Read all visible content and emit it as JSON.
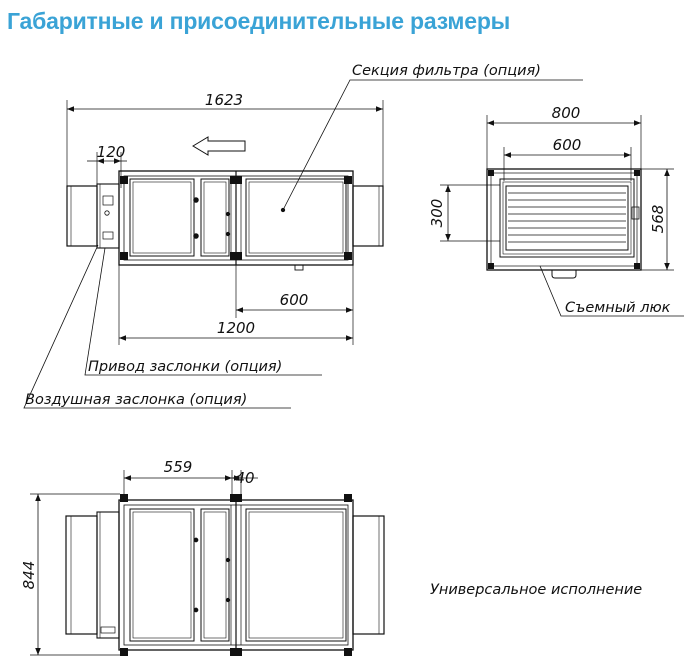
{
  "title": "Габаритные и присоединительные размеры",
  "colors": {
    "title": "#3aa3d6",
    "line": "#111111"
  },
  "top_view": {
    "dim_total": "1623",
    "dim_duct": "120",
    "dim_inner": "600",
    "dim_body": "1200",
    "label_filter": "Секция фильтра (опция)",
    "label_actuator": "Привод заслонки (опция)",
    "label_damper": "Воздушная заслонка (опция)",
    "flow_arrow_icon": "arrow-left-icon"
  },
  "end_view": {
    "dim_width": "800",
    "dim_inner": "600",
    "dim_height": "568",
    "dim_opening": "300",
    "label_hatch": "Съемный люк"
  },
  "bottom_view": {
    "dim_a": "559",
    "dim_b": "40",
    "dim_height": "844",
    "label_version": "Универсальное исполнение"
  }
}
